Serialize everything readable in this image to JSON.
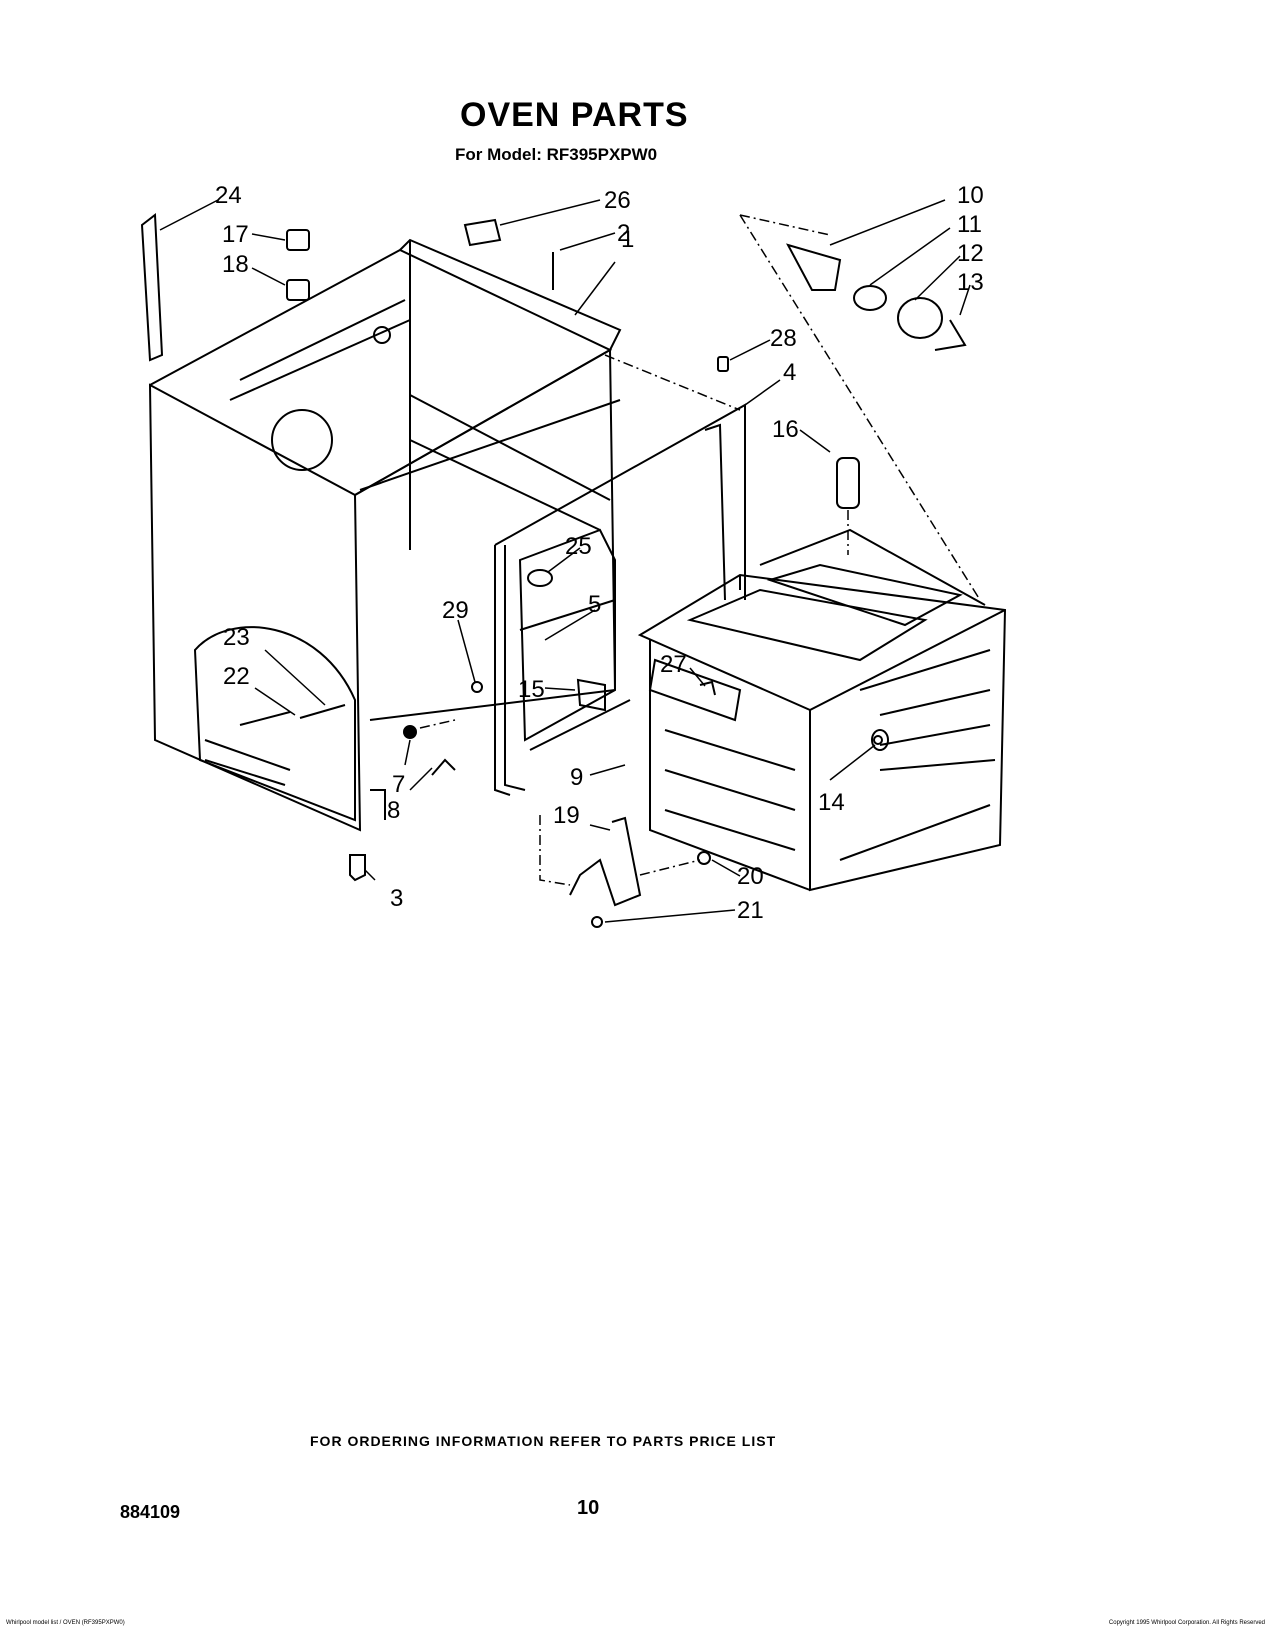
{
  "header": {
    "title": "OVEN PARTS",
    "subtitle": "For Model: RF395PXPW0"
  },
  "callouts": [
    "1",
    "2",
    "3",
    "4",
    "5",
    "7",
    "8",
    "9",
    "10",
    "11",
    "12",
    "13",
    "14",
    "15",
    "16",
    "17",
    "18",
    "19",
    "20",
    "21",
    "22",
    "23",
    "24",
    "25",
    "26",
    "27",
    "28",
    "29"
  ],
  "footer": {
    "ordering_note": "FOR ORDERING INFORMATION REFER TO PARTS PRICE LIST",
    "document_number": "884109",
    "page_number": "10",
    "fine_print_left": "Whirlpool model list / OVEN (RF395PXPW0)",
    "fine_print_right": "Copyright 1995 Whirlpool Corporation. All Rights Reserved"
  }
}
